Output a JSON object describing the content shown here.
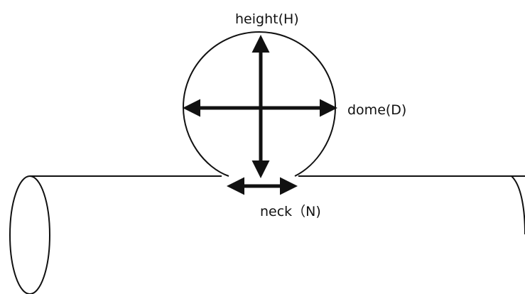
{
  "labels": {
    "height": "height(H)",
    "dome": "dome(D)",
    "neck": "neck（N)"
  },
  "colors": {
    "stroke": "#111111",
    "background": "#ffffff"
  }
}
